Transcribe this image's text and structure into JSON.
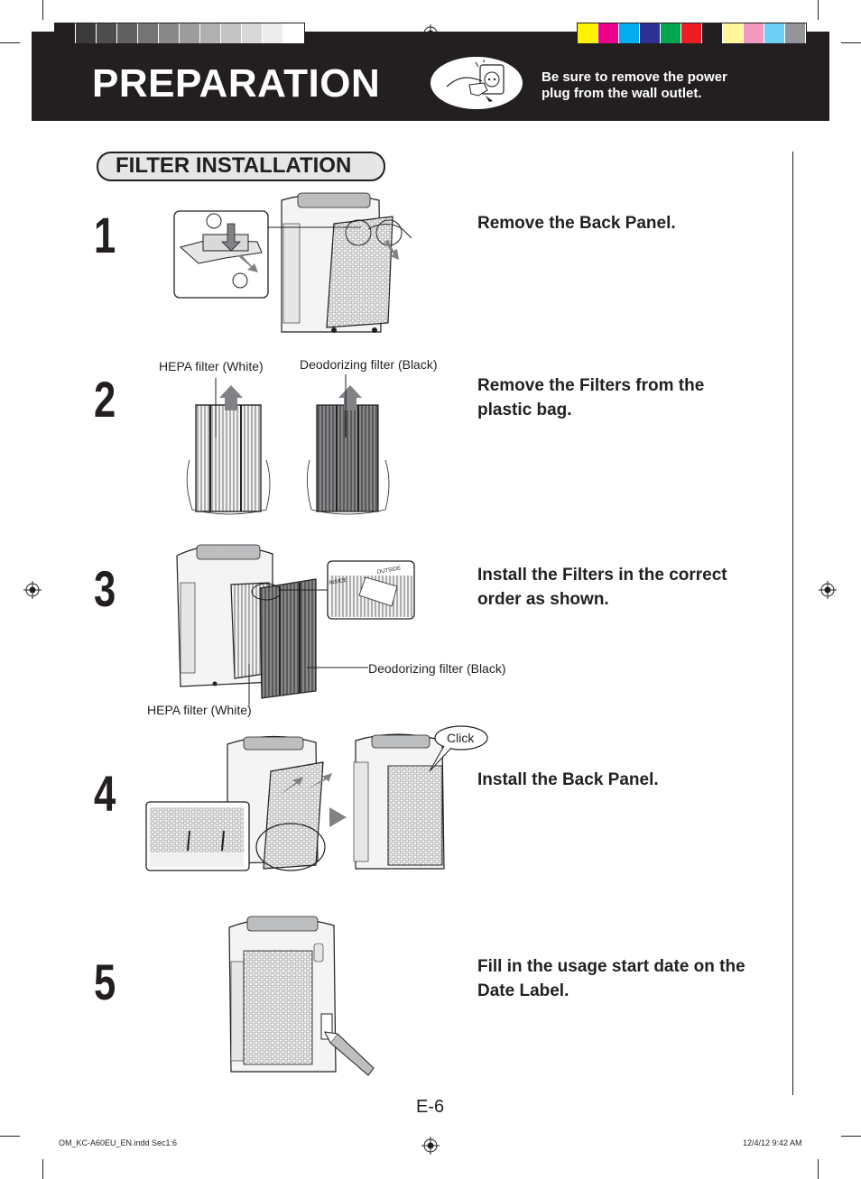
{
  "header": {
    "title": "PREPARATION",
    "warning_line1": "Be sure to remove the power",
    "warning_line2": "plug from the wall outlet."
  },
  "section": {
    "title": "FILTER INSTALLATION"
  },
  "steps": [
    {
      "number": "1",
      "line1": "Remove the Back Panel.",
      "line2": ""
    },
    {
      "number": "2",
      "line1": "Remove the Filters from the",
      "line2": "plastic bag."
    },
    {
      "number": "3",
      "line1": "Install the Filters in the correct",
      "line2": "order as shown."
    },
    {
      "number": "4",
      "line1": "Install the Back Panel.",
      "line2": ""
    },
    {
      "number": "5",
      "line1": "Fill in the usage start date on the",
      "line2": "Date Label."
    }
  ],
  "labels": {
    "step2_hepa": "HEPA filter (White)",
    "step2_deo": "Deodorizing filter (Black)",
    "step3_deo": "Deodorizing filter (Black)",
    "step3_hepa": "HEPA filter (White)",
    "step3_inside": "INSIDE",
    "step3_outside": "OUTSIDE",
    "step4_click": "Click"
  },
  "footer": {
    "page": "E-6",
    "file": "OM_KC-A60EU_EN.indd   Sec1:6",
    "timestamp": "12/4/12   9:42 AM"
  },
  "colors": {
    "dark": "#231f20",
    "gray_bar": [
      "#231f20",
      "#3a3a3a",
      "#4d4d4d",
      "#606060",
      "#747474",
      "#888888",
      "#9c9c9c",
      "#b0b0b0",
      "#c4c4c4",
      "#d8d8d8",
      "#ececec",
      "#ffffff"
    ],
    "color_bar": [
      "#fff200",
      "#ec008c",
      "#00aeef",
      "#2e3192",
      "#00a651",
      "#ed1c24",
      "#231f20",
      "#fff799",
      "#f49ac1",
      "#6dcff6",
      "#939598"
    ]
  },
  "icons": {
    "registration": "crosshair-registration-icon",
    "plug": "unplug-icon",
    "arrow": "play-triangle-icon"
  }
}
